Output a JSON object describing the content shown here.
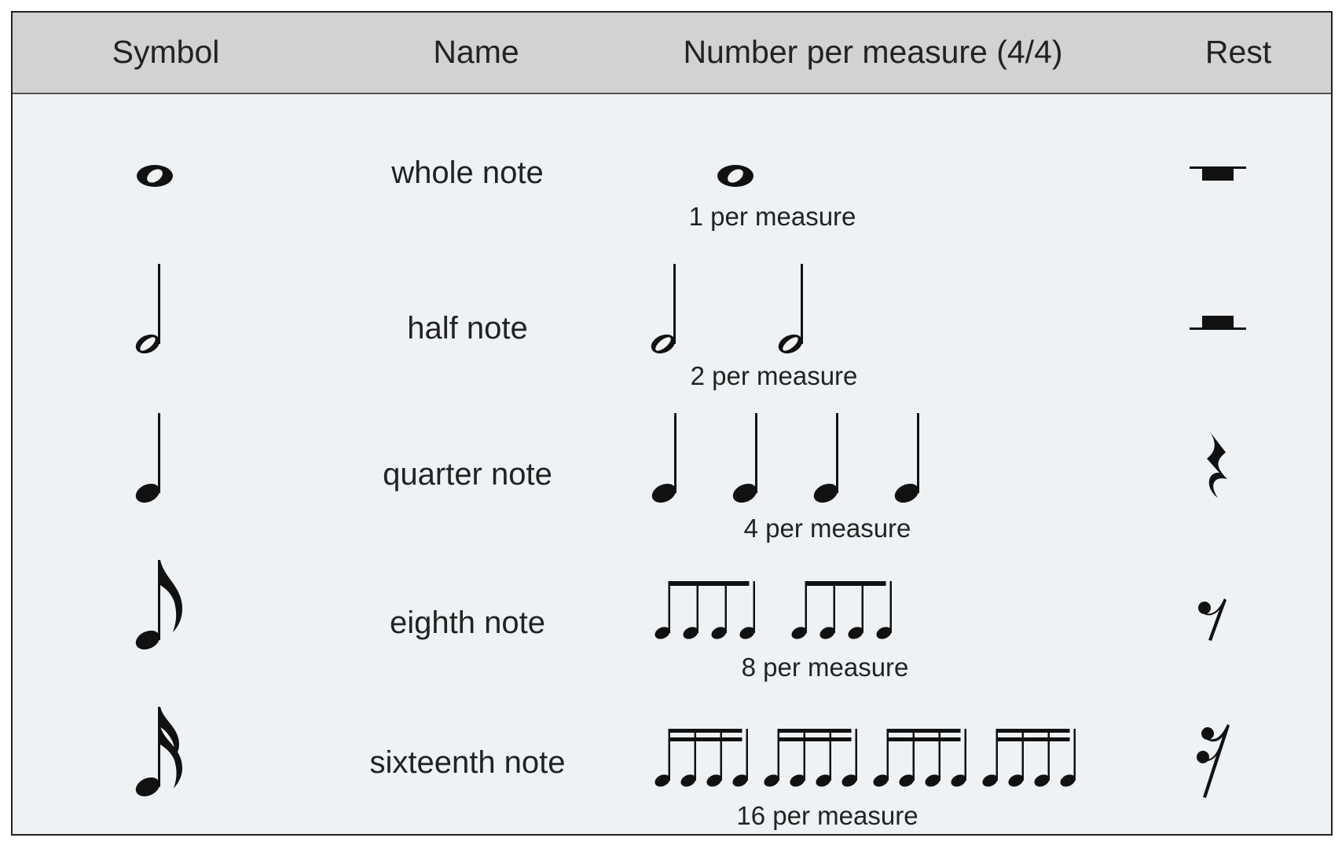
{
  "header": {
    "symbol": "Symbol",
    "name": "Name",
    "count": "Number per measure (4/4)",
    "rest": "Rest"
  },
  "rows": [
    {
      "name": "whole note",
      "count_label": "1 per measure",
      "symbol_icon": "whole-note-icon",
      "rest_icon": "whole-rest-icon"
    },
    {
      "name": "half note",
      "count_label": "2 per measure",
      "symbol_icon": "half-note-icon",
      "rest_icon": "half-rest-icon"
    },
    {
      "name": "quarter note",
      "count_label": "4 per measure",
      "symbol_icon": "quarter-note-icon",
      "rest_icon": "quarter-rest-icon"
    },
    {
      "name": "eighth note",
      "count_label": "8 per measure",
      "symbol_icon": "eighth-note-icon",
      "rest_icon": "eighth-rest-icon"
    },
    {
      "name": "sixteenth note",
      "count_label": "16 per measure",
      "symbol_icon": "sixteenth-note-icon",
      "rest_icon": "sixteenth-rest-icon"
    }
  ],
  "colors": {
    "ink": "#111111",
    "header_bg": "#d2d2d2",
    "body_bg": "#eef2f5"
  }
}
